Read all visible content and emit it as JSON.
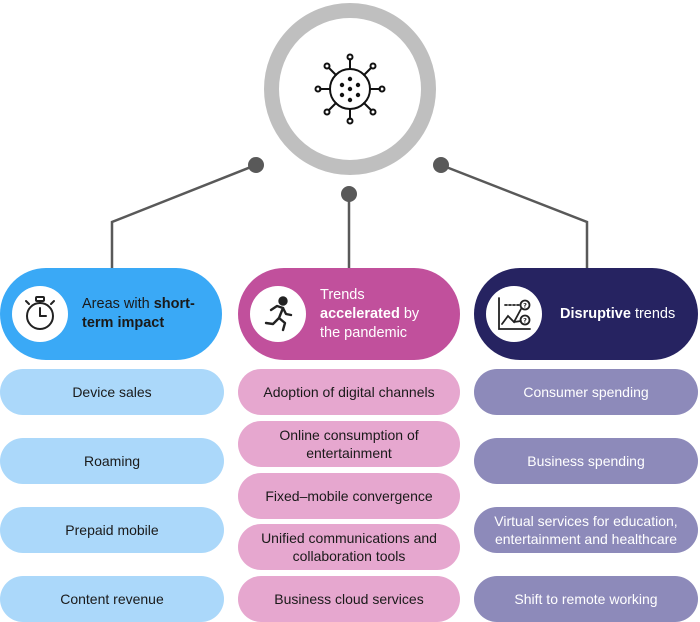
{
  "colors": {
    "ring": "#bfbfbf",
    "connector": "#595959",
    "left_header": "#3aa9f6",
    "left_box": "#abd8fa",
    "mid_header": "#c1509c",
    "mid_box": "#e6a7cf",
    "right_header": "#262361",
    "right_box": "#8d8aba"
  },
  "icons": {
    "center": "virus-icon",
    "left": "stopwatch-icon",
    "middle": "running-person-icon",
    "right": "trend-chart-question-icon"
  },
  "columns": {
    "left": {
      "header_pre": "Areas with ",
      "header_bold": "short-term impact",
      "items": [
        "Device sales",
        "Roaming",
        "Prepaid mobile",
        "Content revenue"
      ]
    },
    "middle": {
      "header_pre": "Trends ",
      "header_bold": "accelerated",
      "header_post": " by the pandemic",
      "items": [
        "Adoption of digital channels",
        "Online consumption of entertainment",
        "Fixed–mobile convergence",
        "Unified communications and collaboration tools",
        "Business cloud services"
      ]
    },
    "right": {
      "header_bold": "Disruptive",
      "header_post": " trends",
      "items": [
        "Consumer spending",
        "Business spending",
        "Virtual services for education, entertainment and healthcare",
        "Shift to remote working"
      ]
    }
  }
}
